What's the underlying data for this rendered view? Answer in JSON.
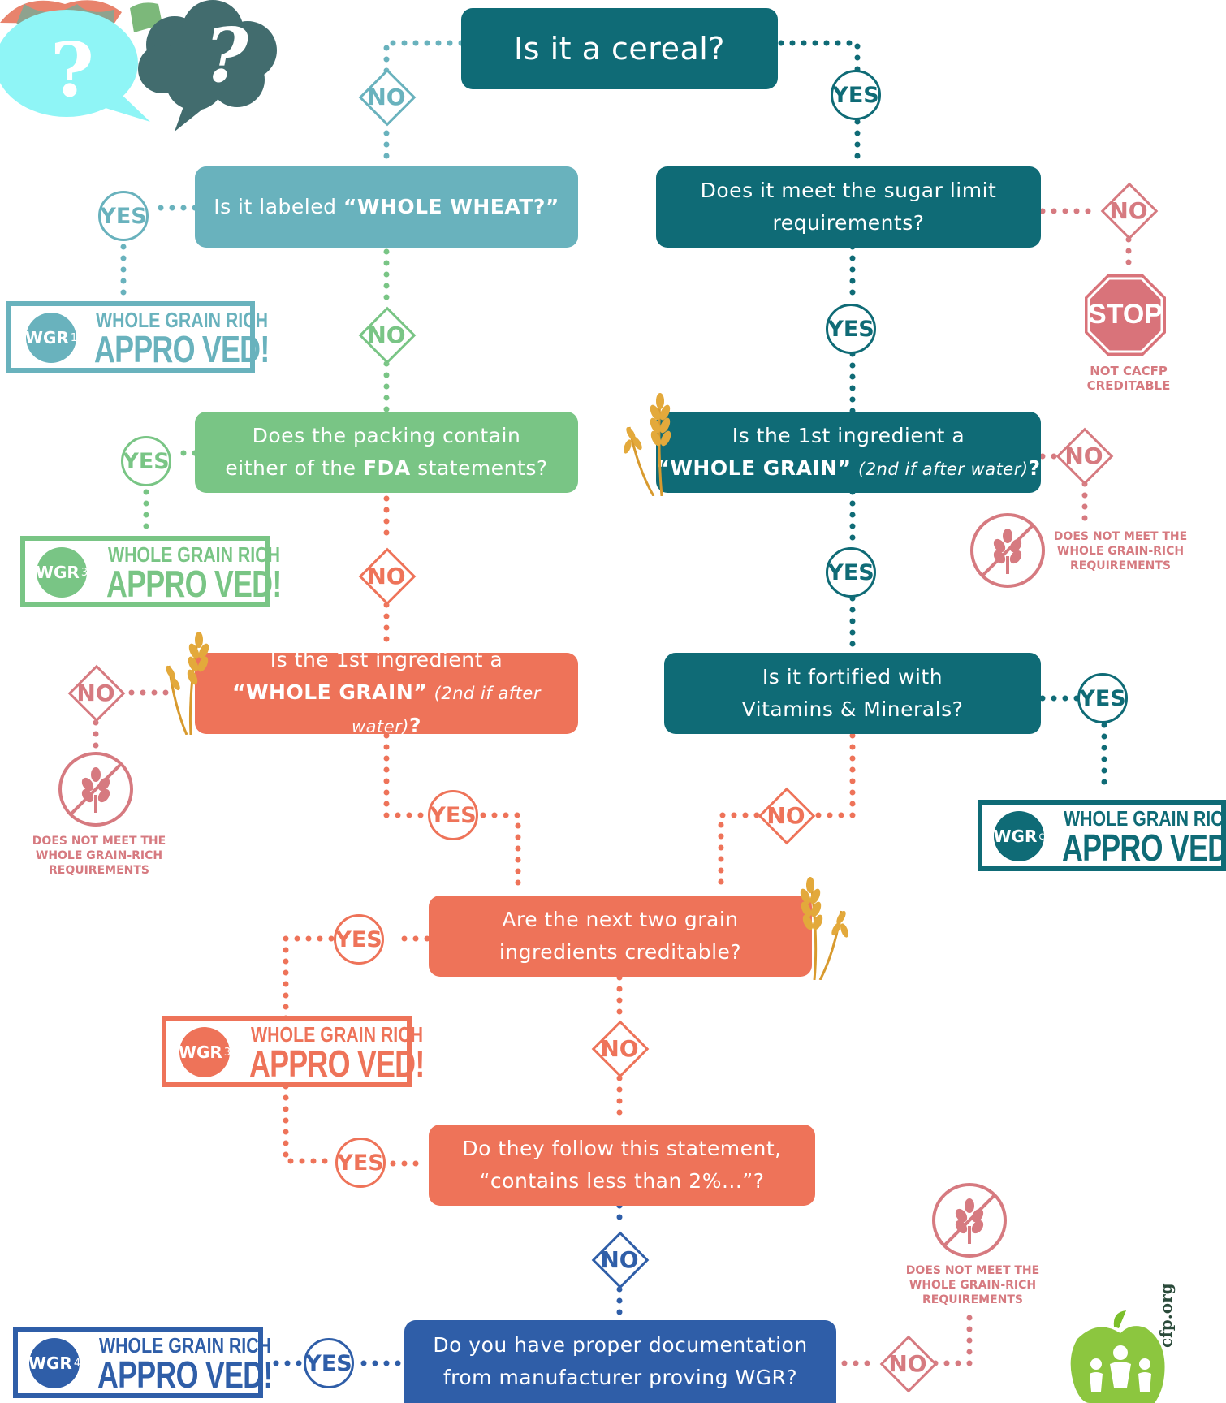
{
  "colors": {
    "dark_teal": "#0f6b76",
    "light_teal": "#69b2bd",
    "green": "#79c585",
    "orange": "#ee7359",
    "blue": "#2f5ea8",
    "pink": "#d67a80",
    "stop_red": "#d9737a"
  },
  "questions": {
    "cereal": "Is it a cereal?",
    "whole_wheat_pre": "Is it labeled ",
    "whole_wheat_bold": "“WHOLE WHEAT?”",
    "fda_line1": "Does the packing contain",
    "fda_line2_pre": "either of the ",
    "fda_line2_bold": "FDA",
    "fda_line2_post": " statements?",
    "sugar_line1": "Does it meet the sugar limit",
    "sugar_line2": "requirements?",
    "ingredient_line1": "Is the 1st ingredient a",
    "ingredient_bold": "“WHOLE GRAIN”",
    "ingredient_italic": "(2nd if after water)",
    "ingredient_q": "?",
    "fortified_line1": "Is it fortified with",
    "fortified_line2": "Vitamins & Minerals?",
    "next_two_line1": "Are the next two grain",
    "next_two_line2": "ingredients creditable?",
    "follow_line1": "Do they follow this statement,",
    "follow_line2": "“contains less than 2%...”?",
    "doc_line1": "Do you have proper documentation",
    "doc_line2": "from manufacturer proving WGR?"
  },
  "labels": {
    "yes": "YES",
    "no": "NO"
  },
  "badges": {
    "line1": "WHOLE GRAIN RICH",
    "line2": "APPRO VED!",
    "disc": "WGR",
    "sup_1": "1",
    "sup_3": "3",
    "sup_c": "c",
    "sup_4": "4"
  },
  "notes": {
    "stop": "STOP",
    "not_creditable": "NOT CACFP CREDITABLE",
    "dnm_line1": "DOES NOT MEET THE",
    "dnm_line2": "WHOLE GRAIN-RICH",
    "dnm_line3": "REQUIREMENTS"
  },
  "icons": {
    "bubbles": "question-bubbles-icon",
    "no_grain": "no-grain-icon",
    "stop": "stop-sign-icon",
    "wheat": "wheat-icon",
    "logo": "apple-family-logo-icon"
  },
  "logo_text": "cfp.org"
}
